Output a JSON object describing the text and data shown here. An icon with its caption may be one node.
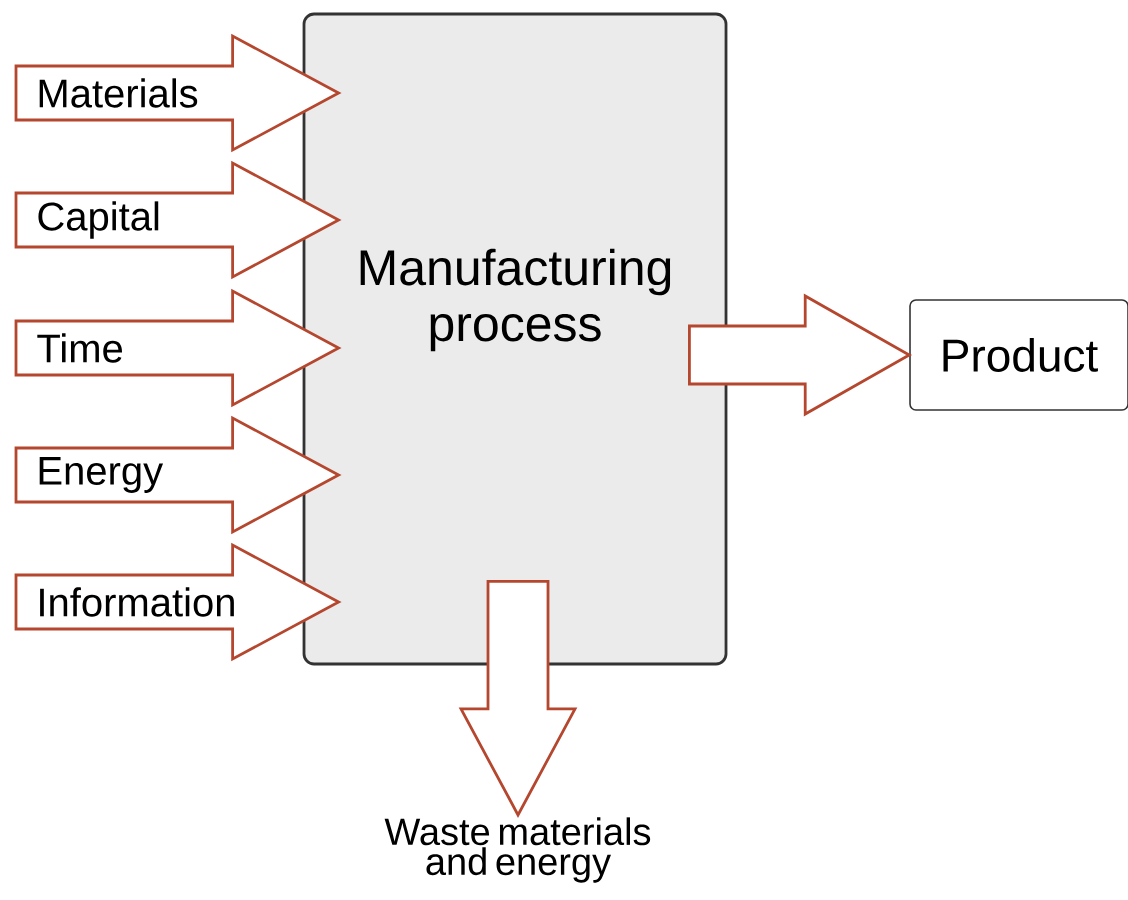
{
  "diagram": {
    "nodes": [
      {
        "text": [
          "Manufacturing process"
        ]
      },
      {
        "text": [
          "Product"
        ]
      },
      {
        "text": [
          "Waste materials and energy"
        ]
      }
    ],
    "edges": [
      {
        "from": null,
        "to": 0,
        "arrow": "to",
        "label": "Materials"
      },
      {
        "from": null,
        "to": 0,
        "arrow": "to",
        "label": "Capital"
      },
      {
        "from": null,
        "to": 0,
        "arrow": "to",
        "label": "Time"
      },
      {
        "from": null,
        "to": 0,
        "arrow": "to",
        "label": "Energy"
      },
      {
        "from": null,
        "to": 0,
        "arrow": "to",
        "label": "Information"
      },
      {
        "from": 0,
        "to": 1,
        "arrow": "to"
      },
      {
        "from": 0,
        "to": 2,
        "arrow": "to"
      }
    ]
  }
}
